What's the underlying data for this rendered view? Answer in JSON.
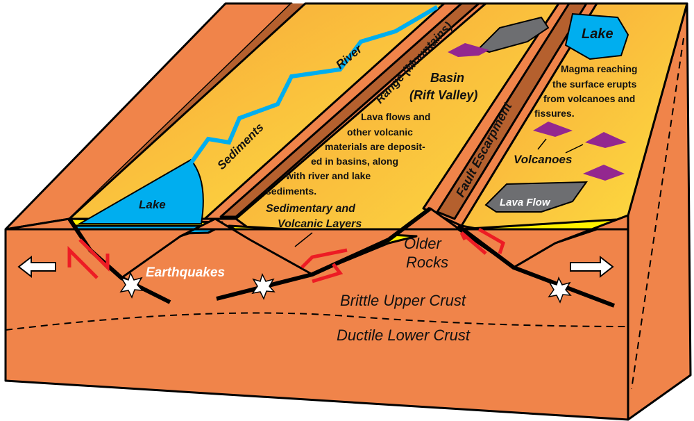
{
  "colors": {
    "crust": "#f0844a",
    "brown": "#b5602e",
    "yellow": "#fcd73a",
    "orange": "#f7a33a",
    "lake": "#00aeef",
    "lava": "#6d6e71",
    "volcano": "#93278f",
    "red": "#ed1c24",
    "layer": "#fff200"
  },
  "labels": {
    "river": "River",
    "sediments": "Sediments",
    "lake_left": "Lake",
    "lake_right": "Lake",
    "range": "Range (Mountains)",
    "basin_1": "Basin",
    "basin_2": "(Rift Valley)",
    "lava_text": [
      "Lava flows and",
      "other volcanic",
      "materials are deposit-",
      "ed in basins, along",
      "with river and lake",
      "sediments."
    ],
    "fault_escarpment": "Fault Escarpment",
    "magma_text": [
      "Magma reaching",
      "the surface erupts",
      "from volcanoes and",
      "fissures."
    ],
    "volcanoes": "Volcanoes",
    "lava_flow": "Lava Flow",
    "layers_1": "Sedimentary and",
    "layers_2": "Volcanic Layers",
    "older_1": "Older",
    "older_2": "Rocks",
    "earthquakes": "Earthquakes",
    "brittle": "Brittle Upper Crust",
    "ductile": "Ductile Lower Crust"
  }
}
